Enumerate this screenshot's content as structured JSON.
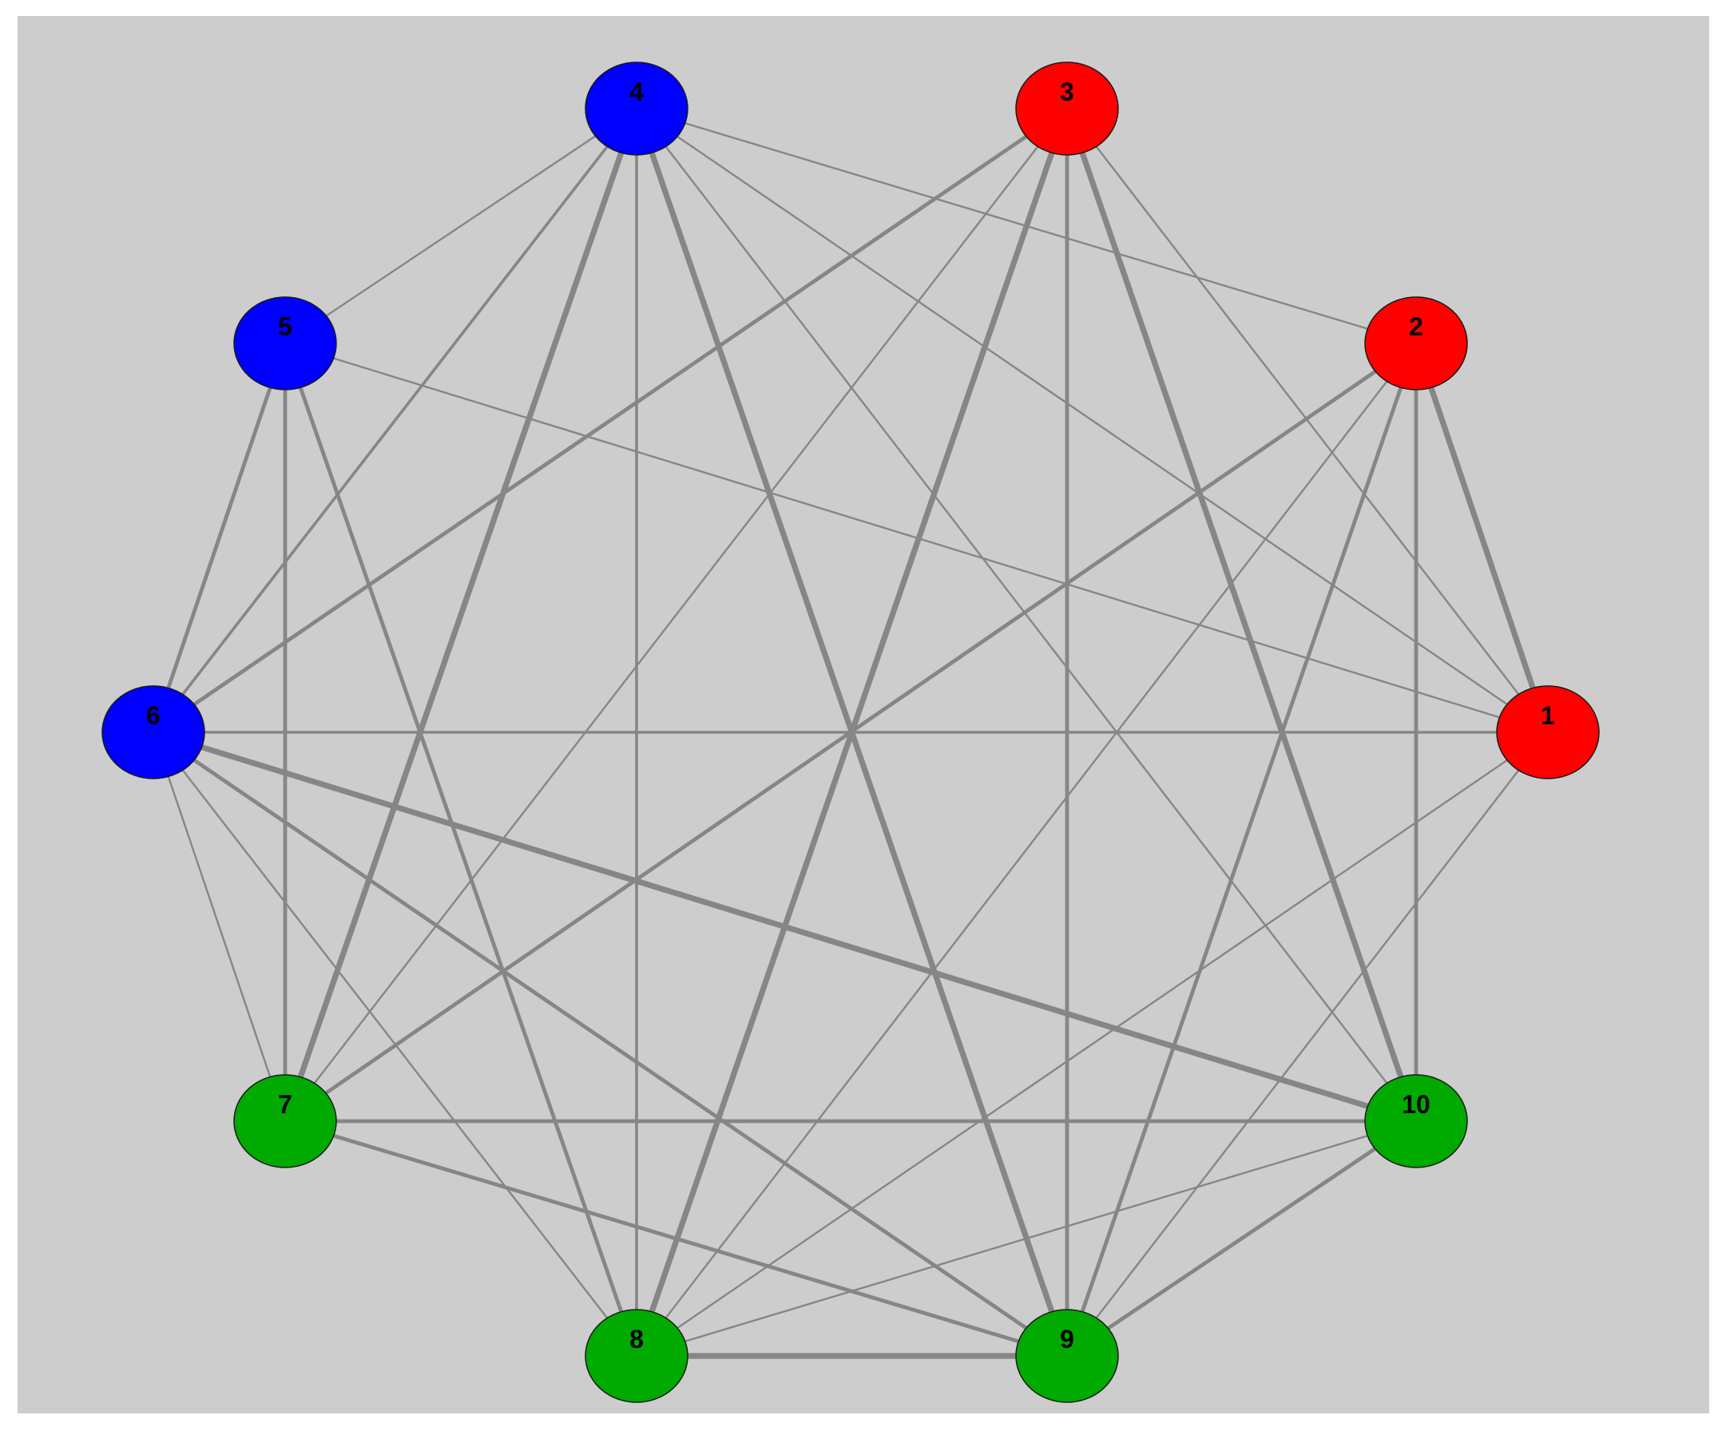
{
  "colors": {
    "background": "#cdcdcd",
    "edge": "#868686",
    "node_stroke": "#1a1a1a",
    "groups": {
      "red": "#ff0000",
      "blue": "#0000ff",
      "green": "#00aa00"
    }
  },
  "nodes": [
    {
      "id": "1",
      "label": "1",
      "group": "red"
    },
    {
      "id": "2",
      "label": "2",
      "group": "red"
    },
    {
      "id": "3",
      "label": "3",
      "group": "red"
    },
    {
      "id": "4",
      "label": "4",
      "group": "blue"
    },
    {
      "id": "5",
      "label": "5",
      "group": "blue"
    },
    {
      "id": "6",
      "label": "6",
      "group": "blue"
    },
    {
      "id": "7",
      "label": "7",
      "group": "green"
    },
    {
      "id": "8",
      "label": "8",
      "group": "green"
    },
    {
      "id": "9",
      "label": "9",
      "group": "green"
    },
    {
      "id": "10",
      "label": "10",
      "group": "green"
    }
  ],
  "edges": [
    {
      "source": "1",
      "target": "2",
      "weight": 3
    },
    {
      "source": "1",
      "target": "3",
      "weight": 1
    },
    {
      "source": "1",
      "target": "4",
      "weight": 1
    },
    {
      "source": "1",
      "target": "5",
      "weight": 1
    },
    {
      "source": "1",
      "target": "6",
      "weight": 1.5
    },
    {
      "source": "1",
      "target": "8",
      "weight": 1
    },
    {
      "source": "1",
      "target": "9",
      "weight": 1
    },
    {
      "source": "2",
      "target": "4",
      "weight": 1
    },
    {
      "source": "2",
      "target": "7",
      "weight": 2
    },
    {
      "source": "2",
      "target": "8",
      "weight": 1
    },
    {
      "source": "2",
      "target": "9",
      "weight": 2
    },
    {
      "source": "2",
      "target": "10",
      "weight": 2
    },
    {
      "source": "3",
      "target": "6",
      "weight": 2
    },
    {
      "source": "3",
      "target": "7",
      "weight": 1
    },
    {
      "source": "3",
      "target": "8",
      "weight": 3
    },
    {
      "source": "3",
      "target": "9",
      "weight": 2
    },
    {
      "source": "3",
      "target": "10",
      "weight": 3
    },
    {
      "source": "4",
      "target": "5",
      "weight": 1
    },
    {
      "source": "4",
      "target": "6",
      "weight": 1.5
    },
    {
      "source": "4",
      "target": "7",
      "weight": 3
    },
    {
      "source": "4",
      "target": "8",
      "weight": 1.5
    },
    {
      "source": "4",
      "target": "9",
      "weight": 3
    },
    {
      "source": "4",
      "target": "10",
      "weight": 1
    },
    {
      "source": "5",
      "target": "6",
      "weight": 2
    },
    {
      "source": "5",
      "target": "7",
      "weight": 2
    },
    {
      "source": "5",
      "target": "8",
      "weight": 2
    },
    {
      "source": "6",
      "target": "7",
      "weight": 1
    },
    {
      "source": "6",
      "target": "8",
      "weight": 1
    },
    {
      "source": "6",
      "target": "9",
      "weight": 2
    },
    {
      "source": "6",
      "target": "10",
      "weight": 3
    },
    {
      "source": "7",
      "target": "9",
      "weight": 2
    },
    {
      "source": "7",
      "target": "10",
      "weight": 2
    },
    {
      "source": "8",
      "target": "9",
      "weight": 3
    },
    {
      "source": "8",
      "target": "10",
      "weight": 1
    },
    {
      "source": "9",
      "target": "10",
      "weight": 2
    }
  ]
}
